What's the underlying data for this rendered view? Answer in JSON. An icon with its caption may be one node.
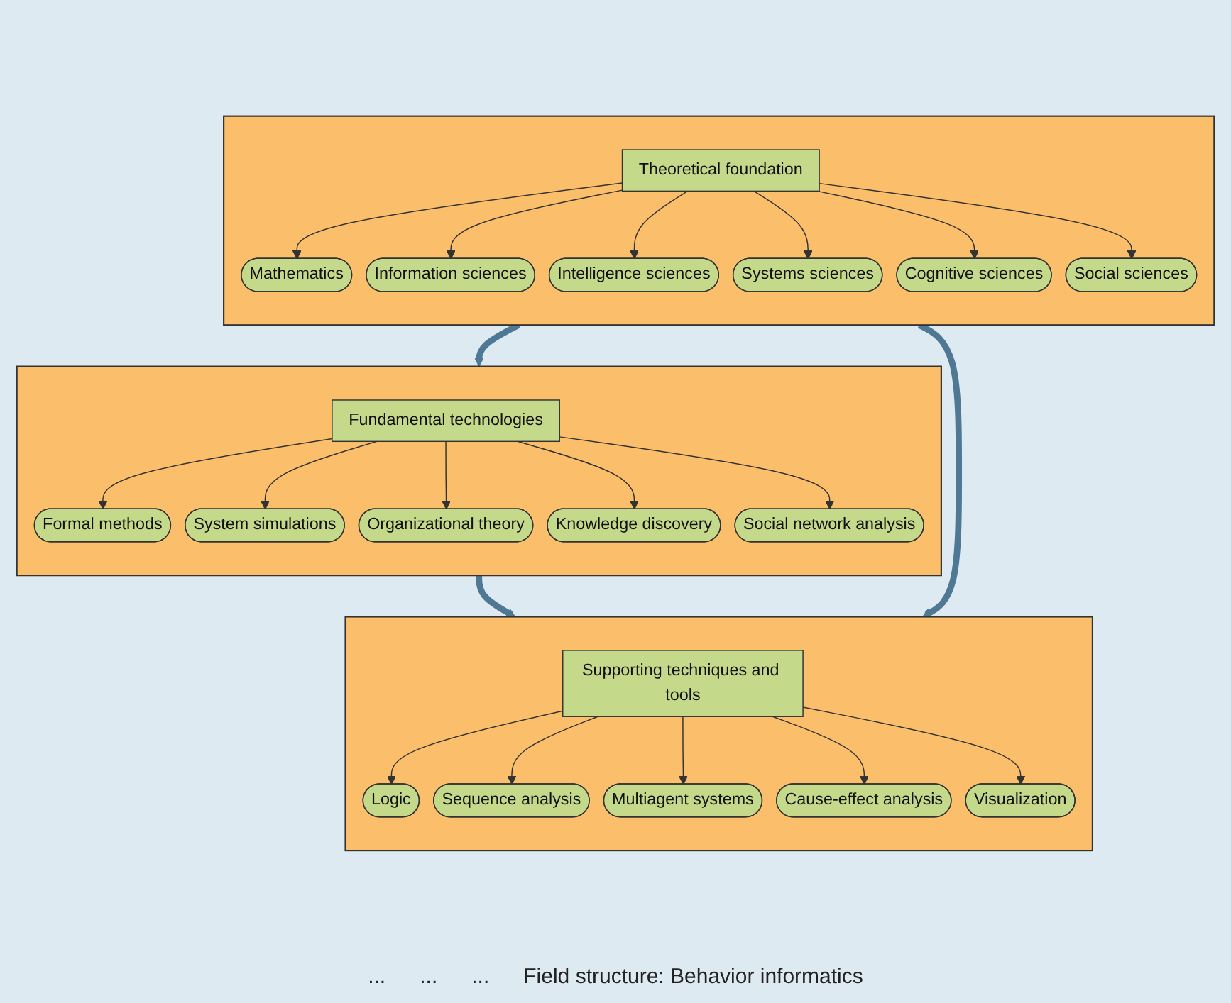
{
  "diagram": {
    "nodes": [
      {
        "text": [],
        "shape": "box"
      },
      {
        "text": [
          "Fundamental technologies"
        ],
        "in": 0
      },
      {
        "text": [
          "Formal methods"
        ],
        "in": 0
      },
      {
        "text": [
          "System simulations"
        ],
        "in": 0
      },
      {
        "text": [
          "Organizational theory"
        ],
        "in": 0
      },
      {
        "text": [
          "Knowledge discovery"
        ],
        "in": 0
      },
      {
        "text": [
          "Social network analysis"
        ],
        "in": 0
      },
      {
        "text": [],
        "shape": "box"
      },
      {
        "text": [
          "Supporting techniques and tools"
        ],
        "in": 7
      },
      {
        "text": [
          "Logic"
        ],
        "in": 7
      },
      {
        "text": [
          "Sequence analysis"
        ],
        "in": 7
      },
      {
        "text": [
          "Multiagent systems"
        ],
        "in": 7
      },
      {
        "text": [
          "Cause-effect analysis"
        ],
        "in": 7
      },
      {
        "text": [
          "Visualization"
        ],
        "in": 7
      },
      {
        "text": [],
        "shape": "box"
      },
      {
        "text": [
          "Theoretical foundation"
        ],
        "in": 14
      },
      {
        "text": [
          "Mathematics"
        ],
        "in": 14
      },
      {
        "text": [
          "Information sciences"
        ],
        "in": 14
      },
      {
        "text": [
          "Intelligence sciences"
        ],
        "in": 14
      },
      {
        "text": [
          "Systems sciences"
        ],
        "in": 14
      },
      {
        "text": [
          "Cognitive sciences"
        ],
        "in": 14
      },
      {
        "text": [
          "Social sciences"
        ],
        "in": 14
      }
    ],
    "edges": [
      {
        "from": 1,
        "to": 2,
        "arrow": "to"
      },
      {
        "from": 1,
        "to": 3,
        "arrow": "to"
      },
      {
        "from": 1,
        "to": 4,
        "arrow": "to"
      },
      {
        "from": 1,
        "to": 5,
        "arrow": "to"
      },
      {
        "from": 1,
        "to": 6,
        "arrow": "to"
      },
      {
        "from": 8,
        "to": 9,
        "arrow": "to"
      },
      {
        "from": 8,
        "to": 10,
        "arrow": "to"
      },
      {
        "from": 8,
        "to": 11,
        "arrow": "to"
      },
      {
        "from": 8,
        "to": 12,
        "arrow": "to"
      },
      {
        "from": 8,
        "to": 13,
        "arrow": "to"
      },
      {
        "from": 15,
        "to": 16,
        "arrow": "to"
      },
      {
        "from": 15,
        "to": 17,
        "arrow": "to"
      },
      {
        "from": 15,
        "to": 18,
        "arrow": "to"
      },
      {
        "from": 15,
        "to": 19,
        "arrow": "to"
      },
      {
        "from": 15,
        "to": 20,
        "arrow": "to"
      },
      {
        "from": 15,
        "to": 21,
        "arrow": "to"
      },
      {
        "from": 14,
        "to": 0,
        "arrow": "to",
        "style": "thick",
        "color": "#4f7894"
      },
      {
        "from": 0,
        "to": 7,
        "arrow": "to",
        "style": "thick",
        "color": "#4f7894"
      },
      {
        "from": 14,
        "to": 7,
        "arrow": "to",
        "style": "thick",
        "color": "#4f7894"
      }
    ],
    "labels": [
      "...",
      "...",
      "...",
      "Field structure: Behavior informatics"
    ]
  }
}
